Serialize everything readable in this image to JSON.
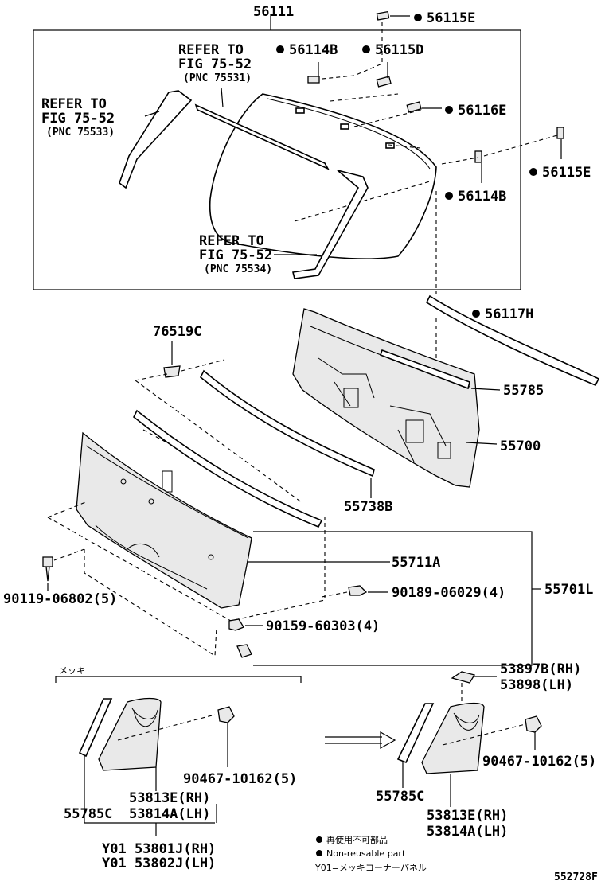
{
  "labels": {
    "p56111": "56111",
    "p56115e_top": "56115E",
    "p56114b_top": "56114B",
    "p56115d": "56115D",
    "p56116e": "56116E",
    "p56115e_right": "56115E",
    "p56114b_right": "56114B",
    "p56117h": "56117H",
    "p55785": "55785",
    "p55700": "55700",
    "p76519c": "76519C",
    "p55738b": "55738B",
    "p55711a": "55711A",
    "p55701l": "55701L",
    "p90119": "90119-06802(5)",
    "p90189": "90189-06029(4)",
    "p90159": "90159-60303(4)",
    "p53897b": "53897B(RH)",
    "p53898": "53898(LH)",
    "p90467_left": "90467-10162(5)",
    "p90467_right": "90467-10162(5)",
    "p53813e_left": "53813E(RH)",
    "p53814a_left": "53814A(LH)",
    "p55785c_left": "55785C",
    "p55785c_right": "55785C",
    "p53813e_right": "53813E(RH)",
    "p53814a_right": "53814A(LH)",
    "y01_53801j": "Y01 53801J(RH)",
    "y01_53802j": "Y01 53802J(LH)",
    "metsuki": "メッキ"
  },
  "refer": [
    {
      "line1": "REFER TO",
      "line2": "FIG 75-52",
      "line3": "(PNC 75531)"
    },
    {
      "line1": "REFER TO",
      "line2": "FIG 75-52",
      "line3": "(PNC 75533)"
    },
    {
      "line1": "REFER TO",
      "line2": "FIG 75-52",
      "line3": "(PNC 75534)"
    }
  ],
  "legend": {
    "jp": "再使用不可部品",
    "en": "Non-reusable part",
    "y01": "Y01=メッキコーナーパネル"
  },
  "figure_id": "552728F"
}
